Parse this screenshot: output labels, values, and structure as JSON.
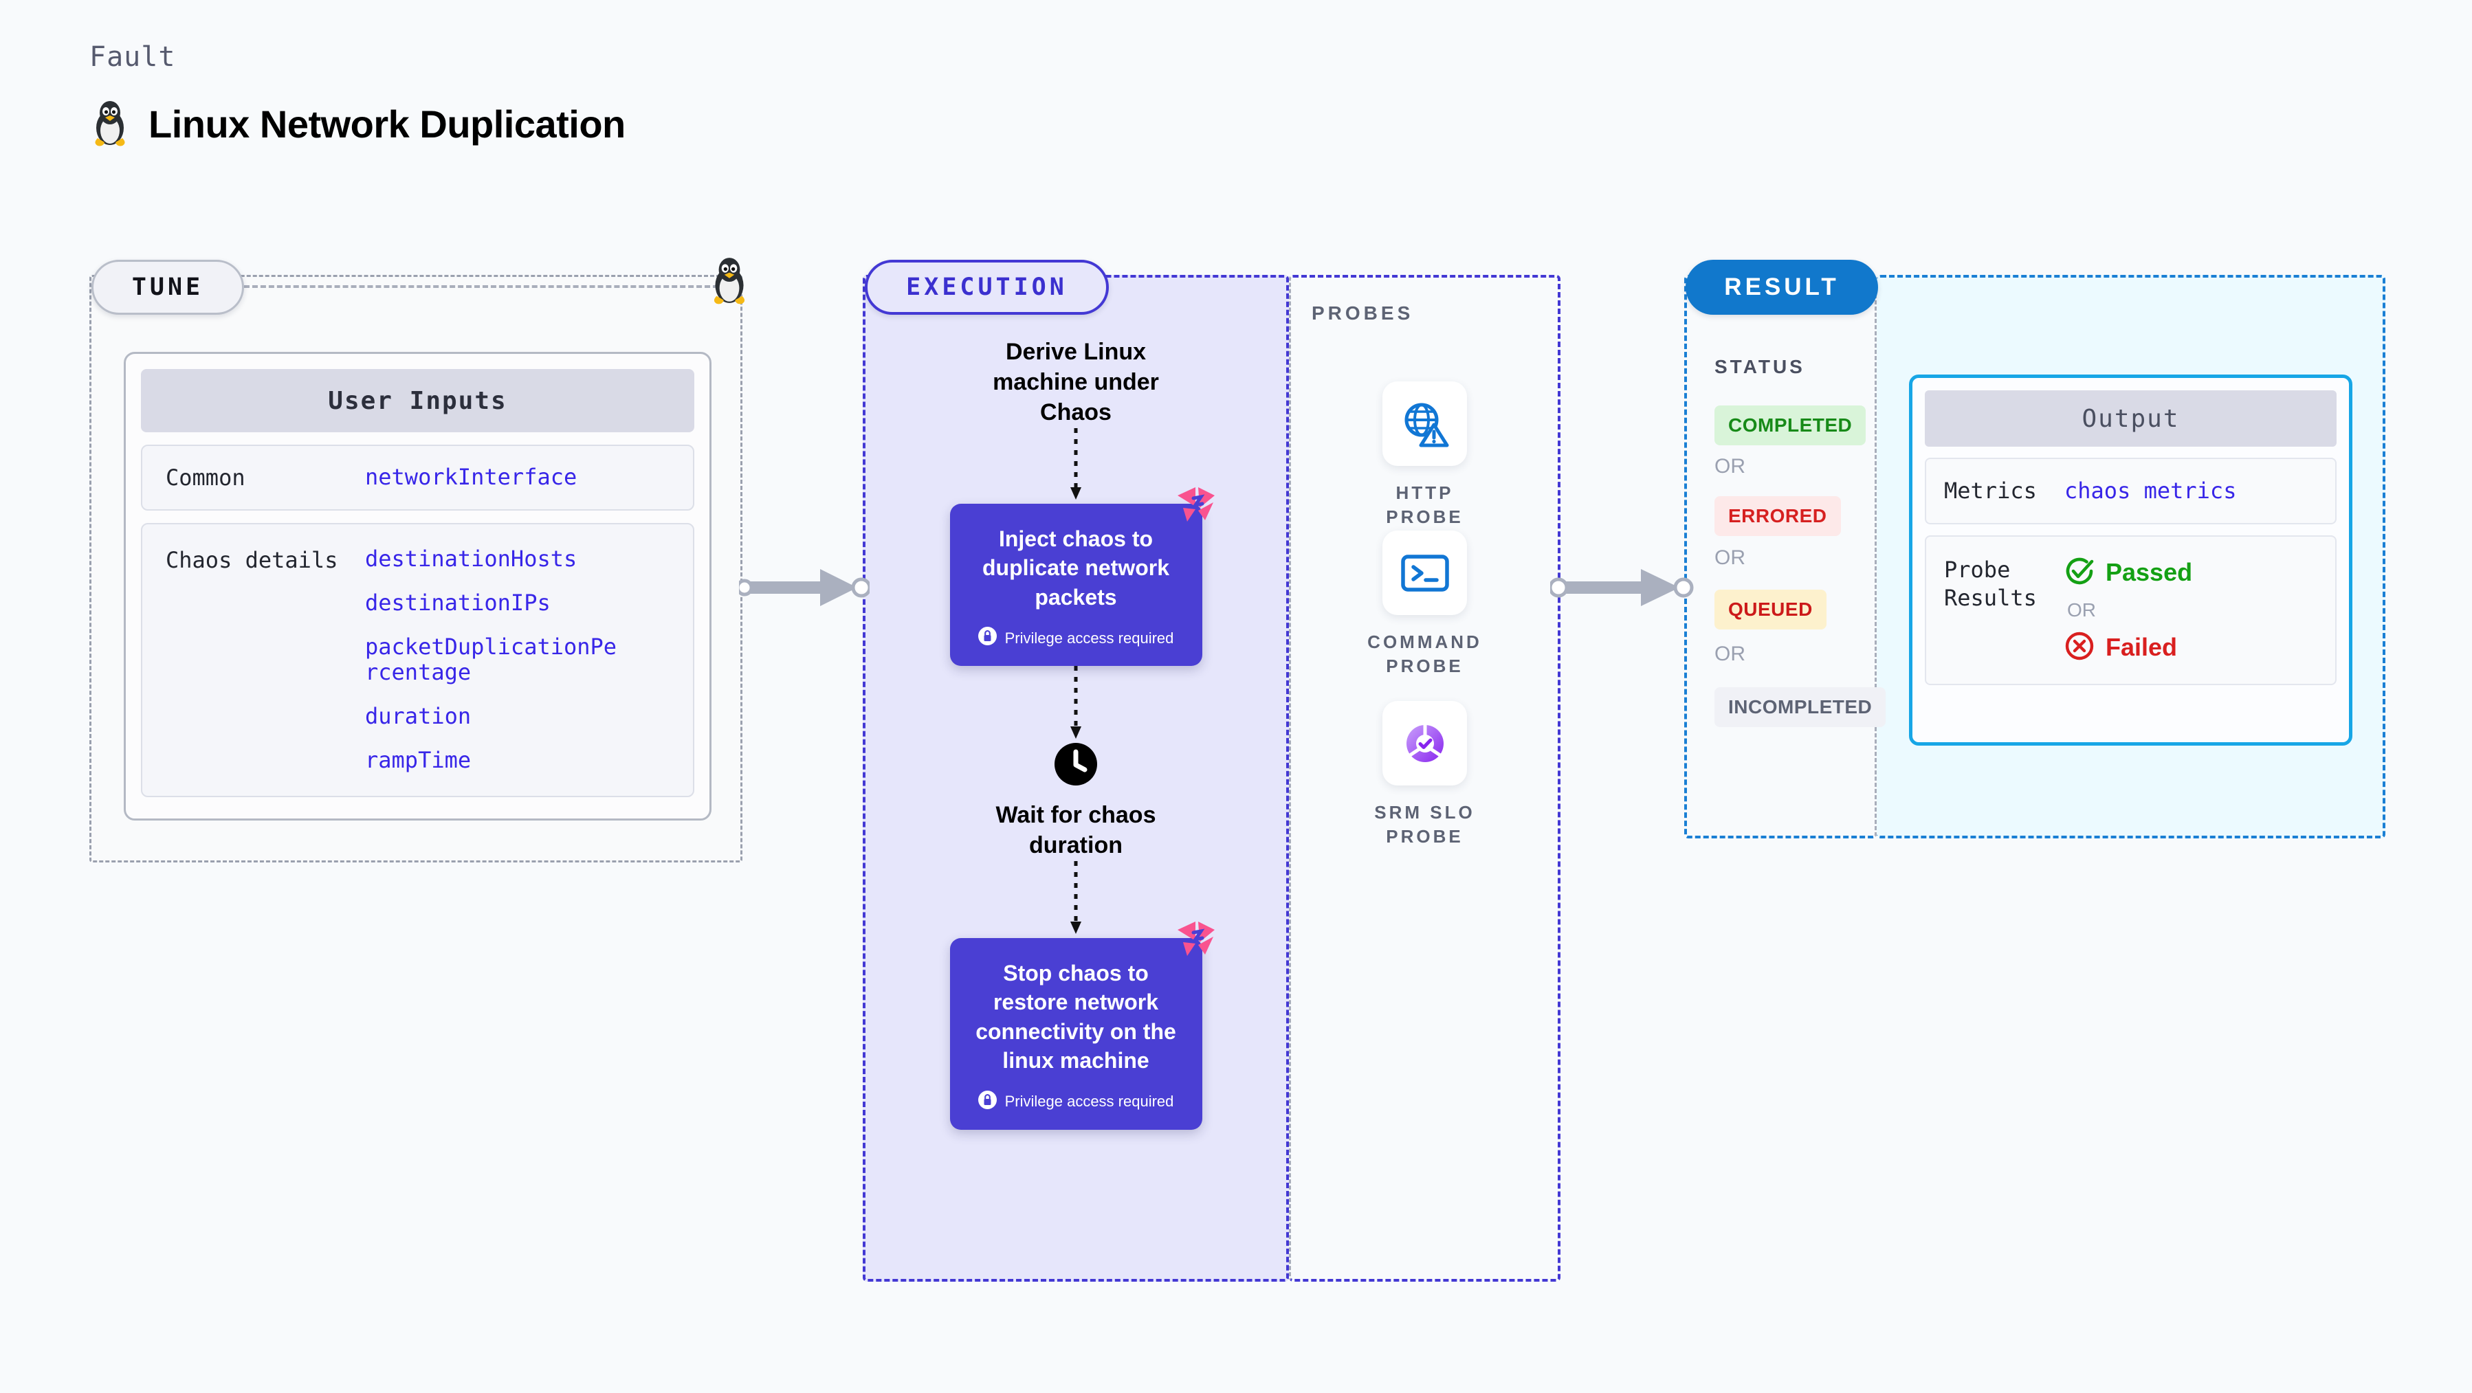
{
  "header": {
    "kicker": "Fault",
    "title": "Linux Network Duplication",
    "icon": "linux-penguin-icon"
  },
  "sections": {
    "tune": {
      "pill": "TUNE"
    },
    "execution": {
      "pill": "EXECUTION"
    },
    "probes": {
      "title": "PROBES"
    },
    "result": {
      "pill": "RESULT",
      "status_title": "STATUS"
    }
  },
  "tune": {
    "card_header": "User Inputs",
    "rows": [
      {
        "label": "Common",
        "values": [
          "networkInterface"
        ]
      },
      {
        "label": "Chaos details",
        "values": [
          "destinationHosts",
          "destinationIPs",
          "packetDuplicationPercentage",
          "duration",
          "rampTime"
        ]
      }
    ]
  },
  "execution": {
    "step1_text": "Derive Linux machine under Chaos",
    "card1_text": "Inject chaos to duplicate network packets",
    "card1_privilege": "Privilege access required",
    "step2_text": "Wait for chaos duration",
    "card2_text": "Stop chaos to restore network connectivity on the linux machine",
    "card2_privilege": "Privilege access required"
  },
  "probes": [
    {
      "label": "HTTP PROBE",
      "icon": "globe-warning-icon"
    },
    {
      "label": "COMMAND\nPROBE",
      "icon": "terminal-icon"
    },
    {
      "label": "SRM SLO\nPROBE",
      "icon": "slo-donut-check-icon"
    }
  ],
  "result": {
    "statuses": [
      {
        "label": "COMPLETED",
        "color": "#178a18",
        "bg": "#d9f4d9"
      },
      {
        "label": "ERRORED",
        "color": "#d62020",
        "bg": "#fde9e9"
      },
      {
        "label": "QUEUED",
        "color": "#cc1a1a",
        "bg": "#fdf1cd"
      },
      {
        "label": "INCOMPLETED",
        "color": "#5d6374",
        "bg": "#f0f1f6"
      }
    ],
    "separator": "OR"
  },
  "output": {
    "header": "Output",
    "metrics_label": "Metrics",
    "metrics_value": "chaos metrics",
    "probe_results_label": "Probe Results",
    "passed_label": "Passed",
    "failed_label": "Failed",
    "separator": "OR",
    "passed_color": "#14a014",
    "failed_color": "#d91f1f"
  },
  "colors": {
    "accent_indigo": "#4a3fd3",
    "accent_blue": "#1178cc",
    "litmus_pink": "#f9538f",
    "panel_lavender": "#e6e6fb",
    "panel_cyan": "#ecfaff"
  }
}
